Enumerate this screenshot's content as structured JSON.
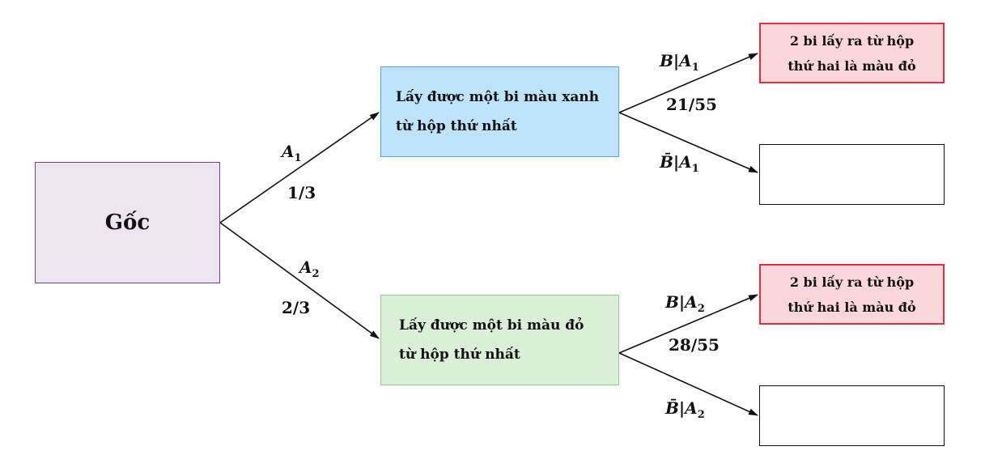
{
  "root": {
    "label": "Gốc"
  },
  "level1": [
    {
      "line1": "Lấy được một bi màu xanh",
      "line2": "từ hộp thứ nhất",
      "event": "A",
      "sub": "1",
      "prob": "1/3"
    },
    {
      "line1": "Lấy được một bi màu đỏ",
      "line2": "từ hộp thứ nhất",
      "event": "A",
      "sub": "2",
      "prob": "2/3"
    }
  ],
  "level2": [
    {
      "line1": "2 bi lấy ra từ hộp",
      "line2": "thứ hai là màu đỏ",
      "cond": "B|A",
      "sub": "1",
      "prob": "21/55",
      "comp_cond": "B̄|A",
      "comp_sub": "1"
    },
    {
      "line1": "2 bi lấy ra từ hộp",
      "line2": "thứ hai là màu đỏ",
      "cond": "B|A",
      "sub": "2",
      "prob": "28/55",
      "comp_cond": "B̄|A",
      "comp_sub": "2"
    }
  ],
  "colors": {
    "root_fill": "#ede6f1",
    "blue_fill": "#bde4fb",
    "green_fill": "#dcefd9",
    "red_fill": "#fbd6da",
    "red_border": "#e03040"
  }
}
